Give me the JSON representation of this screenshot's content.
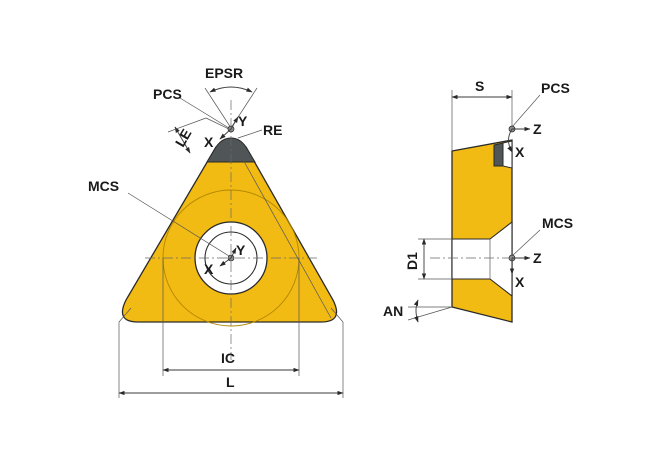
{
  "colors": {
    "insert_fill": "#f2bb13",
    "insert_edge": "#2a2a2a",
    "cutting_corner": "#505558",
    "background": "#ffffff"
  },
  "front_view": {
    "labels": {
      "epsr": "EPSR",
      "pcs": "PCS",
      "re": "RE",
      "le": "LE",
      "mcs": "MCS",
      "ic": "IC",
      "l": "L",
      "axis_x_top": "X",
      "axis_y_top": "Y",
      "axis_x_center": "X",
      "axis_y_center": "Y"
    }
  },
  "side_view": {
    "labels": {
      "s": "S",
      "pcs": "PCS",
      "mcs": "MCS",
      "d1": "D1",
      "an": "AN",
      "axis_z_top": "Z",
      "axis_x_top": "X",
      "axis_z_center": "Z",
      "axis_x_center": "X"
    }
  }
}
